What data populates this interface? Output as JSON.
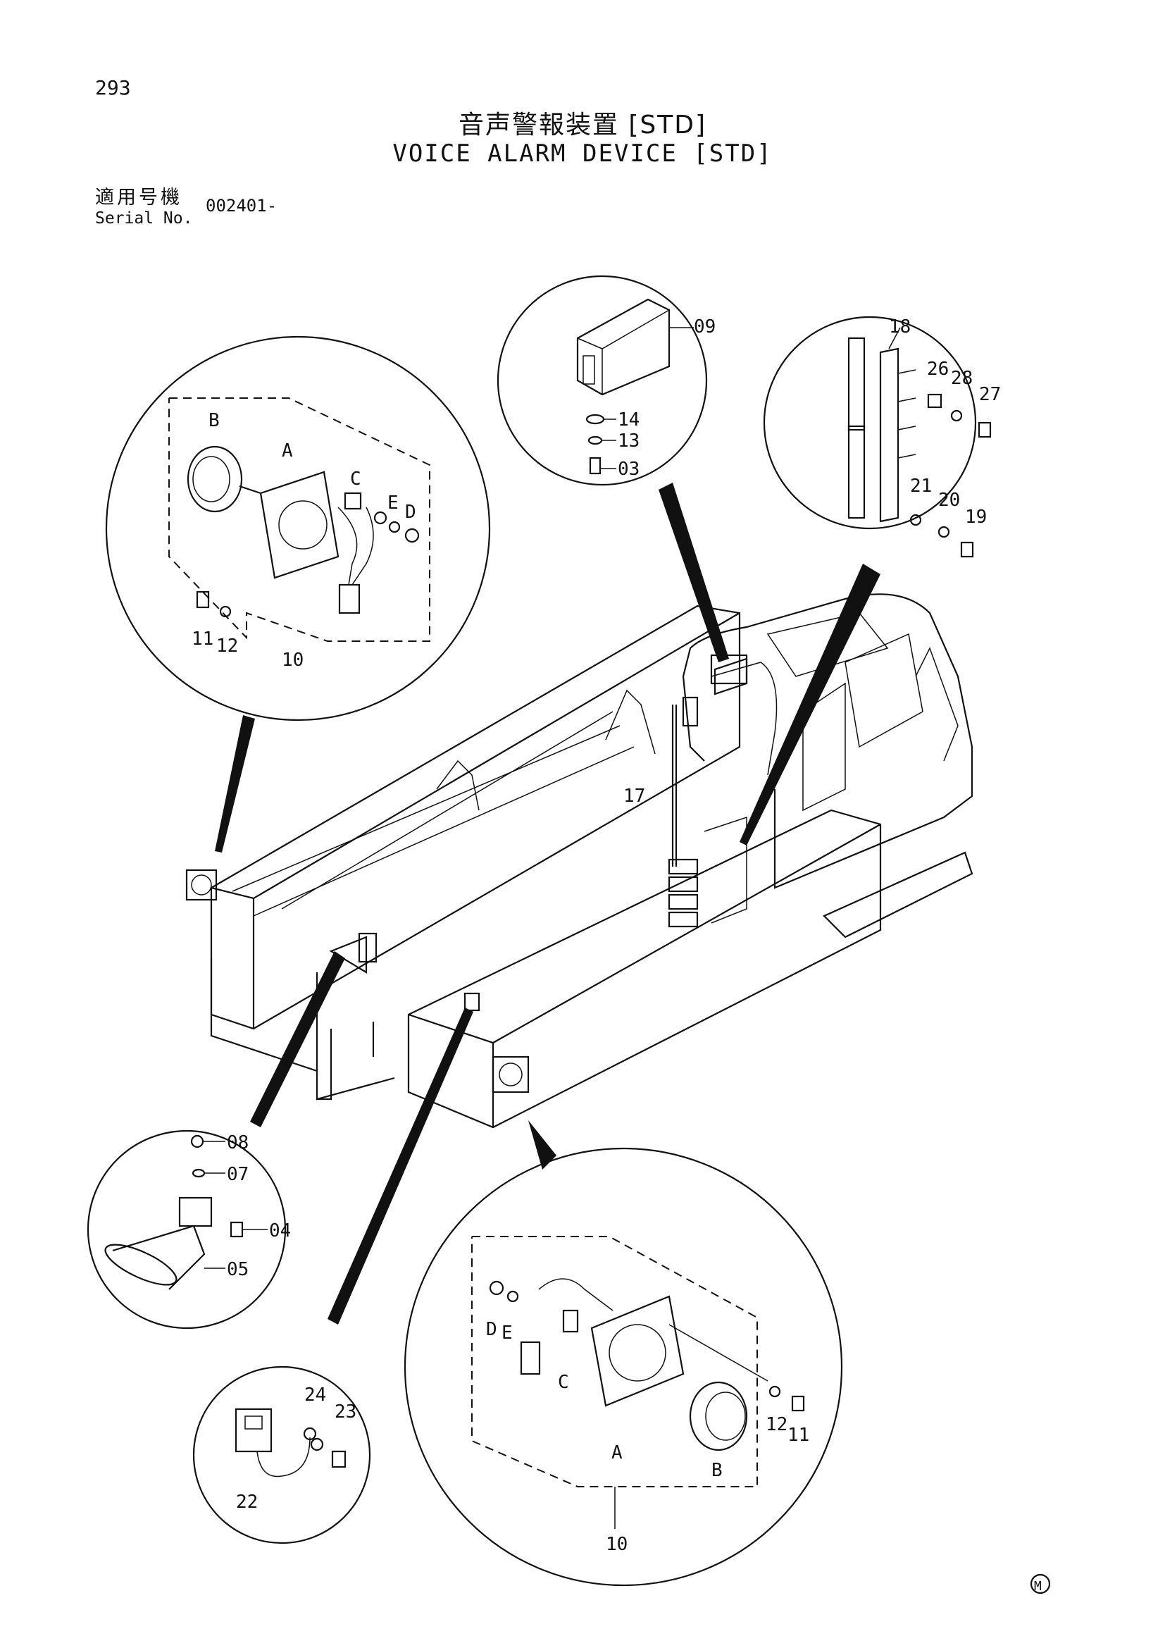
{
  "page_number": "293",
  "title_jp": "音声警報装置 [STD]",
  "title_en": "VOICE ALARM DEVICE [STD]",
  "serial": {
    "label_jp": "適用号機",
    "label_en": "Serial No.",
    "value": "002401-"
  },
  "callouts": {
    "speaker_top": {
      "b": "B",
      "a": "A",
      "c": "C",
      "e": "E",
      "d": "D",
      "p11": "11",
      "p12": "12",
      "p10": "10"
    },
    "controller": {
      "p09": "09",
      "p14": "14",
      "p13": "13",
      "p03": "03"
    },
    "bracket": {
      "p18": "18",
      "p26": "26",
      "p28": "28",
      "p27": "27",
      "p21": "21",
      "p20": "20",
      "p19": "19"
    },
    "cab": {
      "p17": "17"
    },
    "horn": {
      "p08": "08",
      "p07": "07",
      "p04": "04",
      "p05": "05"
    },
    "relay": {
      "p24": "24",
      "p23": "23",
      "p22": "22"
    },
    "speaker_bottom": {
      "d": "D",
      "e": "E",
      "c": "C",
      "a": "A",
      "b": "B",
      "p12": "12",
      "p11": "11",
      "p10": "10"
    }
  },
  "mark": "M"
}
